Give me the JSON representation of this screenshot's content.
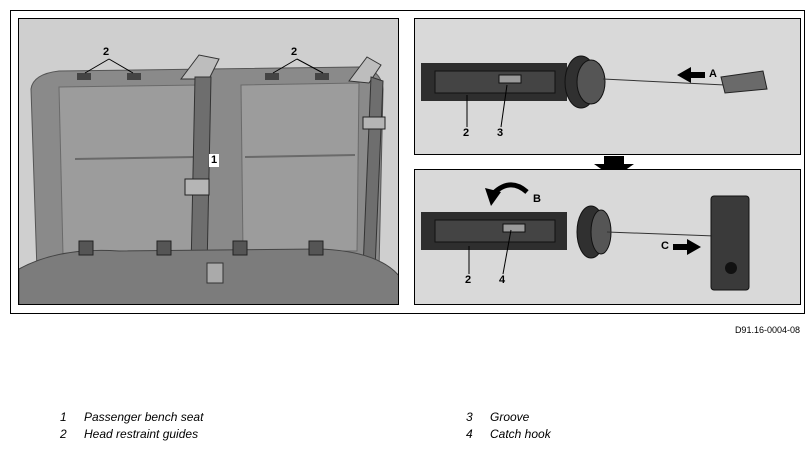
{
  "figure_reference": "D91.16-0004-08",
  "callouts": {
    "seat_guides_left": "2",
    "seat_guides_right": "2",
    "seat_belt": "1",
    "top_guide": "2",
    "top_groove": "3",
    "top_arrow": "A",
    "bottom_rotate": "B",
    "bottom_guide": "2",
    "bottom_hook": "4",
    "bottom_arrow": "C"
  },
  "legend": [
    {
      "number": "1",
      "label": "Passenger bench seat"
    },
    {
      "number": "2",
      "label": "Head restraint guides"
    },
    {
      "number": "3",
      "label": "Groove"
    },
    {
      "number": "4",
      "label": "Catch hook"
    }
  ]
}
